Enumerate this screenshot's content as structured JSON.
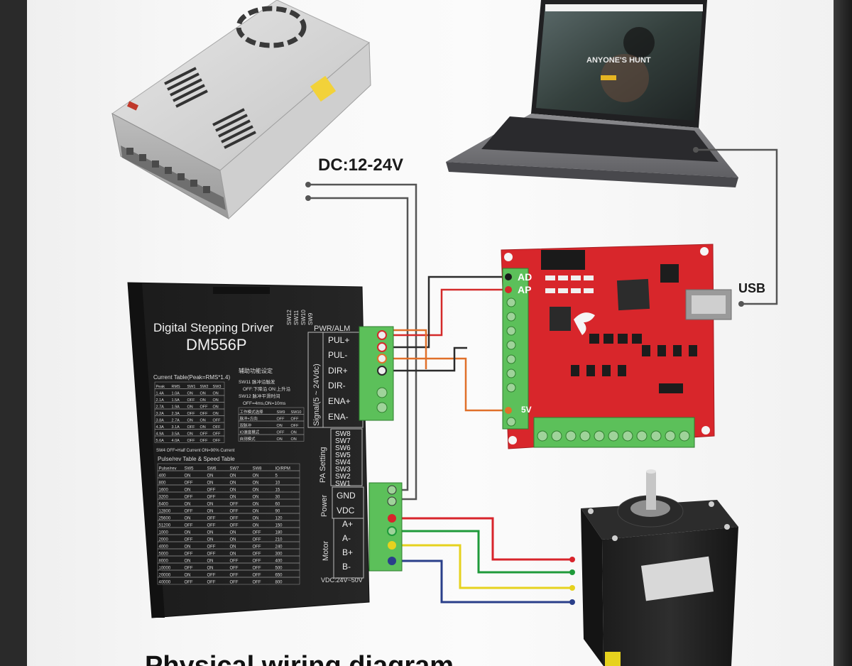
{
  "diagram": {
    "supply_label": "DC:12-24V",
    "usb_label": "USB",
    "caption": "Physical wiring diagram"
  },
  "laptop_screen": {
    "headline": "ANYONE'S HUNT"
  },
  "driver": {
    "title": "Digital Stepping Driver",
    "model": "DM556P",
    "group_pwr": "PWR/ALM",
    "signal_group": "Signal(5 ~ 24Vdc)",
    "signal_pins": [
      "PUL+",
      "PUL-",
      "DIR+",
      "DIR-",
      "ENA+",
      "ENA-"
    ],
    "pa_group": "PA Setting",
    "pa_switches": [
      "SW8",
      "SW7",
      "SW6",
      "SW5",
      "SW4",
      "SW3",
      "SW2",
      "SW1"
    ],
    "power_group": "Power",
    "power_pins": [
      "GND",
      "VDC"
    ],
    "motor_group": "Motor",
    "motor_pins": [
      "A+",
      "A-",
      "B+",
      "B-"
    ],
    "voltage_note": "VDC:24V~50V",
    "current_table_title": "Current Table(Peak=RMS*1.4)",
    "current_table_header": [
      "Peak",
      "RMS",
      "SW1",
      "SW2",
      "SW3"
    ],
    "current_table_rows": [
      [
        "1.4A",
        "1.0A",
        "ON",
        "ON",
        "ON"
      ],
      [
        "2.1A",
        "1.5A",
        "OFF",
        "ON",
        "ON"
      ],
      [
        "2.7A",
        "1.9A",
        "ON",
        "OFF",
        "ON"
      ],
      [
        "3.2A",
        "2.3A",
        "OFF",
        "OFF",
        "ON"
      ],
      [
        "3.8A",
        "2.7A",
        "ON",
        "ON",
        "OFF"
      ],
      [
        "4.3A",
        "3.1A",
        "OFF",
        "ON",
        "OFF"
      ],
      [
        "4.9A",
        "3.5A",
        "ON",
        "OFF",
        "OFF"
      ],
      [
        "5.6A",
        "4.0A",
        "OFF",
        "OFF",
        "OFF"
      ]
    ],
    "current_note": "SW4  OFF=Half Current     ON=90% Current",
    "aux_title": "辅助功能设定",
    "aux_lines": [
      "SW11 脉冲沿触发",
      "OFF:下降沿 ON:上升沿",
      "SW12 脉冲平滑时间",
      "OFF=4ms,ON=10ms"
    ],
    "aux_table_header": [
      "工作模式选择",
      "SW9",
      "SW10"
    ],
    "aux_table_rows": [
      [
        "脉冲+方向",
        "OFF",
        "OFF"
      ],
      [
        "双脉冲",
        "ON",
        "OFF"
      ],
      [
        "IO速度模式",
        "OFF",
        "ON"
      ],
      [
        "自测模式",
        "ON",
        "ON"
      ]
    ],
    "pulse_table_title": "Pulse/rev Table & Speed Table",
    "pulse_table_header": [
      "Pulse/rev",
      "SW5",
      "SW6",
      "SW7",
      "SW8",
      "IO/RPM"
    ],
    "pulse_table_rows": [
      [
        "400",
        "ON",
        "ON",
        "ON",
        "ON",
        "5"
      ],
      [
        "800",
        "OFF",
        "ON",
        "ON",
        "ON",
        "10"
      ],
      [
        "1600",
        "ON",
        "OFF",
        "ON",
        "ON",
        "15"
      ],
      [
        "3200",
        "OFF",
        "OFF",
        "ON",
        "ON",
        "30"
      ],
      [
        "6400",
        "ON",
        "ON",
        "OFF",
        "ON",
        "60"
      ],
      [
        "12800",
        "OFF",
        "ON",
        "OFF",
        "ON",
        "90"
      ],
      [
        "25600",
        "ON",
        "OFF",
        "OFF",
        "ON",
        "120"
      ],
      [
        "51200",
        "OFF",
        "OFF",
        "OFF",
        "ON",
        "150"
      ],
      [
        "1000",
        "ON",
        "ON",
        "ON",
        "OFF",
        "180"
      ],
      [
        "2000",
        "OFF",
        "ON",
        "ON",
        "OFF",
        "210"
      ],
      [
        "4000",
        "ON",
        "OFF",
        "ON",
        "OFF",
        "240"
      ],
      [
        "5000",
        "OFF",
        "OFF",
        "ON",
        "OFF",
        "300"
      ],
      [
        "8000",
        "ON",
        "ON",
        "OFF",
        "OFF",
        "400"
      ],
      [
        "10000",
        "OFF",
        "ON",
        "OFF",
        "OFF",
        "500"
      ],
      [
        "20000",
        "ON",
        "OFF",
        "OFF",
        "OFF",
        "650"
      ],
      [
        "40000",
        "OFF",
        "OFF",
        "OFF",
        "OFF",
        "800"
      ]
    ],
    "dip_labels": [
      "SW12",
      "SW11",
      "SW10",
      "SW9"
    ]
  },
  "controller": {
    "pin_labels": [
      "AD",
      "AP",
      "5V"
    ]
  },
  "colors": {
    "wire_black": "#2b2b2b",
    "wire_red": "#d42a2a",
    "wire_orange": "#e0702a",
    "wire_gray": "#555555",
    "motor_red": "#d8242b",
    "motor_green": "#1f9a3a",
    "motor_yellow": "#e6d21e",
    "motor_blue": "#2a3f8a",
    "board_red": "#d8262b",
    "terminal_green": "#5cc05a"
  }
}
